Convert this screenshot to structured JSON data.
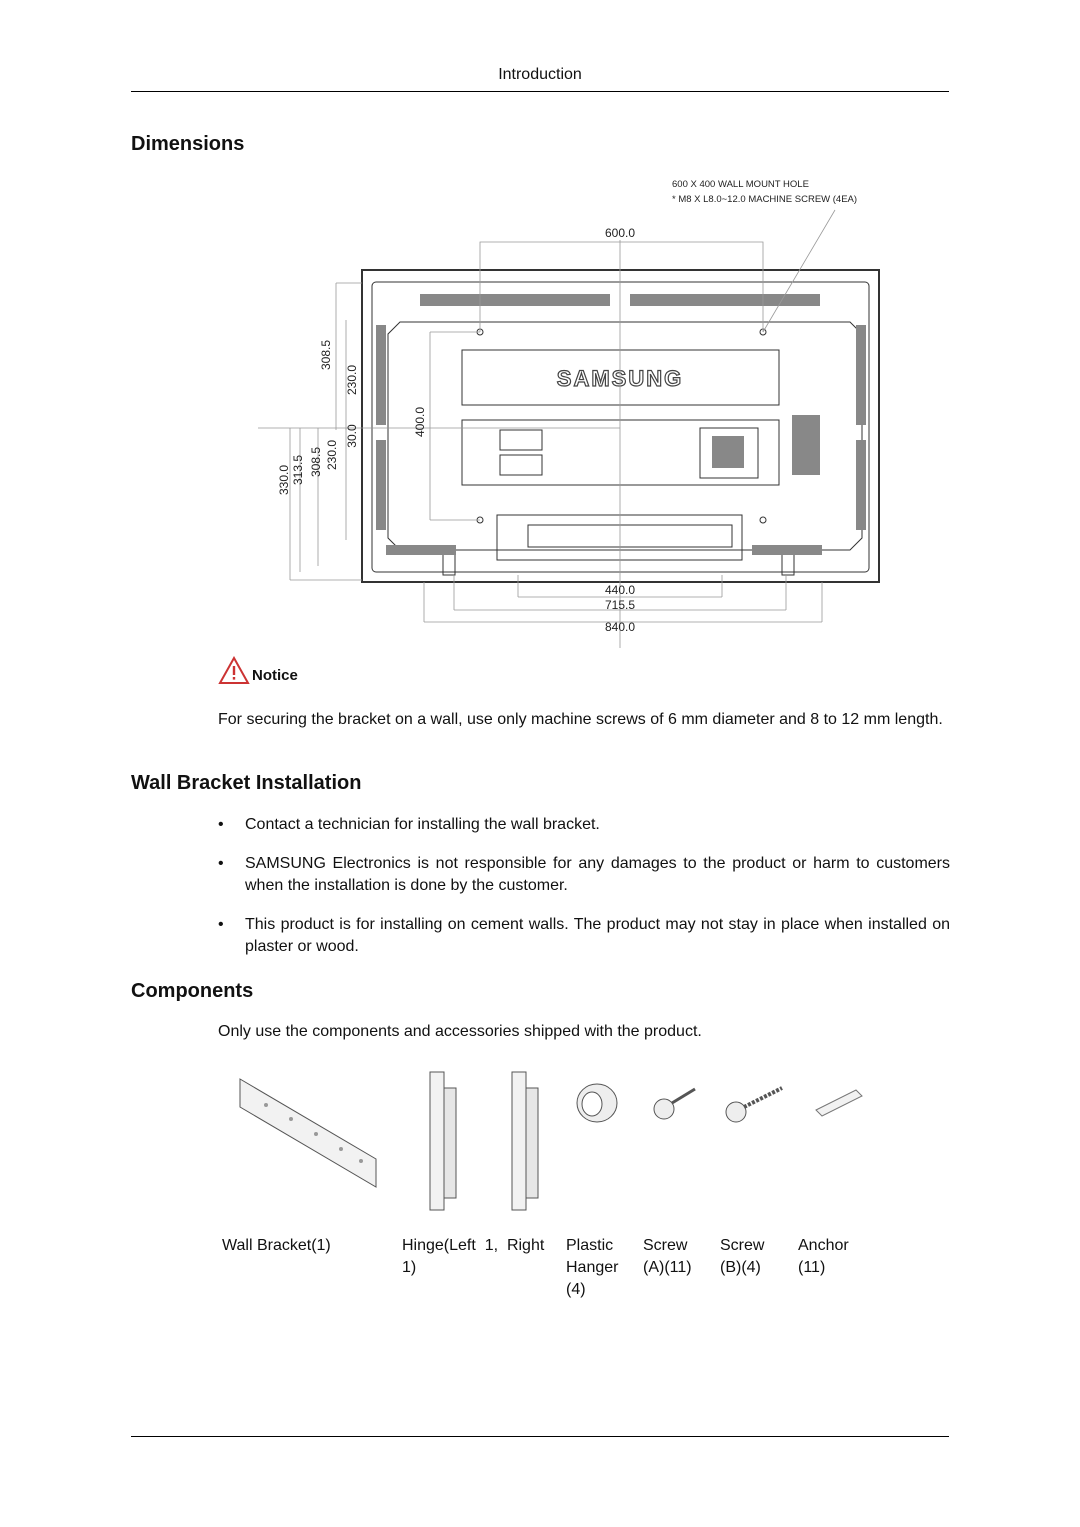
{
  "header": {
    "title": "Introduction"
  },
  "dimensions": {
    "heading": "Dimensions",
    "diagram": {
      "brand": "SAMSUNG",
      "mount_note_line1": "600 X 400 WALL MOUNT HOLE",
      "mount_note_line2": "* M8 X  L8.0~12.0 MACHINE SCREW (4EA)",
      "dim_top": "600.0",
      "dim_bottom_1": "440.0",
      "dim_bottom_2": "715.5",
      "dim_bottom_3": "840.0",
      "dim_v_308_5_upper": "308.5",
      "dim_v_230_0_upper": "230.0",
      "dim_v_30_0": "30.0",
      "dim_v_400_0": "400.0",
      "dim_v_330_0": "330.0",
      "dim_v_313_5": "313.5",
      "dim_v_308_5_lower": "308.5",
      "dim_v_230_0_lower": "230.0"
    }
  },
  "notice": {
    "label": "Notice",
    "text": "For securing the bracket on a wall, use only machine screws of 6 mm diameter and 8 to 12 mm length."
  },
  "wall_bracket": {
    "heading": "Wall Bracket Installation",
    "bullets": [
      "Contact a technician for installing the wall bracket.",
      "SAMSUNG Electronics is not responsible for any damages to the product or harm to customers when the installation is done by the customer.",
      "This product is for installing on cement walls. The product may not stay in place when installed on plaster or wood."
    ]
  },
  "components": {
    "heading": "Components",
    "intro": "Only use the components and accessories shipped with the product.",
    "items": [
      {
        "line1": "Wall Bracket(1)",
        "line2": "",
        "line3": ""
      },
      {
        "line1": "Hinge(Left  1,  Right",
        "line2": "1)",
        "line3": ""
      },
      {
        "line1": "Plastic",
        "line2": "Hanger",
        "line3": "(4)"
      },
      {
        "line1": "Screw",
        "line2": "(A)(11)",
        "line3": ""
      },
      {
        "line1": "Screw",
        "line2": "(B)(4)",
        "line3": ""
      },
      {
        "line1": "Anchor",
        "line2": "(11)",
        "line3": ""
      }
    ]
  }
}
